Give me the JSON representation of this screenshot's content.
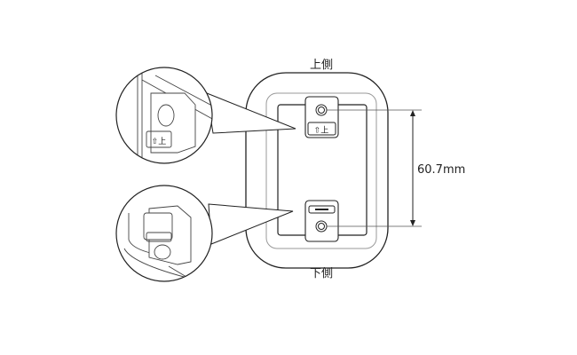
{
  "labels": {
    "top_side": "上側",
    "bottom_side": "下側",
    "dimension": "60.7mm",
    "bracket_mark": "⇧上"
  },
  "colors": {
    "line": "#222222",
    "gray_line": "#999999"
  }
}
